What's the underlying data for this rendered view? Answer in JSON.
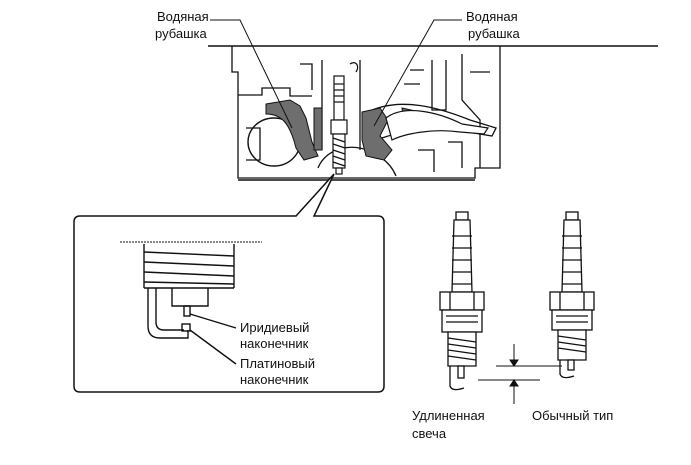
{
  "labels": {
    "water_jacket_left_line1": "Водяная",
    "water_jacket_left_line2": "рубашка",
    "water_jacket_right_line1": "Водяная",
    "water_jacket_right_line2": "рубашка",
    "iridium_tip_line1": "Иридиевый",
    "iridium_tip_line2": "наконечник",
    "platinum_tip_line1": "Платиновый",
    "platinum_tip_line2": "наконечник",
    "extended_plug_line1": "Удлиненная",
    "extended_plug_line2": "свеча",
    "regular_plug": "Обычный тип"
  },
  "colors": {
    "line": "#111111",
    "jacket_fill": "#6e6e6e",
    "background": "#ffffff"
  }
}
